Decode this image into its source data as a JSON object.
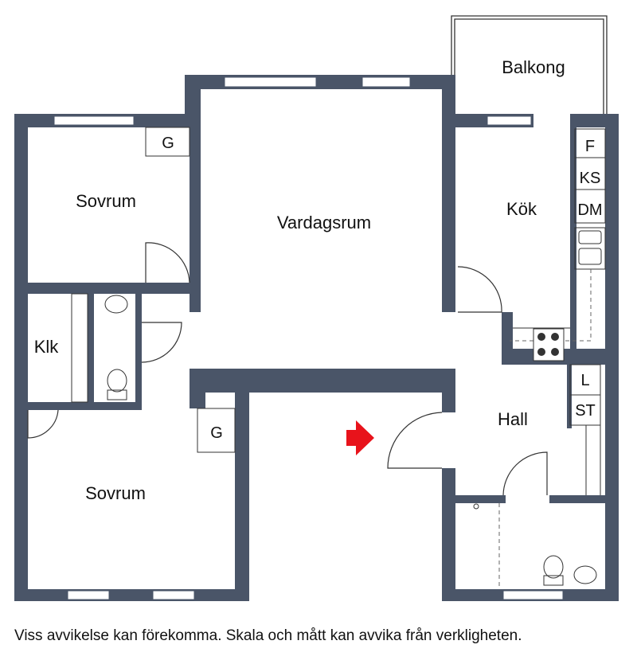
{
  "rooms": {
    "balkong": "Balkong",
    "vardagsrum": "Vardagsrum",
    "sovrum_top": "Sovrum",
    "sovrum_bottom": "Sovrum",
    "kok": "Kök",
    "klk": "Klk",
    "hall": "Hall"
  },
  "fixtures": {
    "g_top": "G",
    "g_bottom": "G",
    "f": "F",
    "ks": "KS",
    "dm": "DM",
    "l": "L",
    "st": "ST"
  },
  "disclaimer": "Viss avvikelse kan förekomma. Skala och mått kan avvika från verkligheten.",
  "colors": {
    "wall": "#4a5568",
    "entrance_arrow": "#e8131b"
  }
}
